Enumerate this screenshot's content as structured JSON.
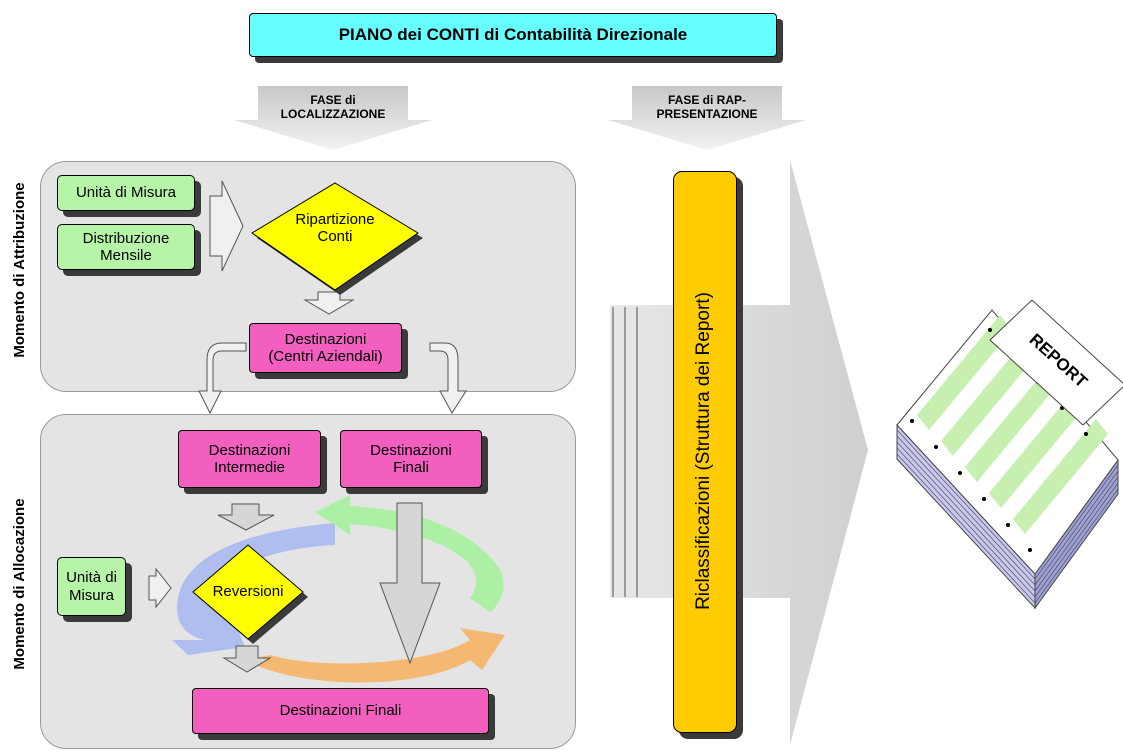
{
  "title": "PIANO dei CONTI di Contabilità Direzionale",
  "phases": {
    "localizzazione": "FASE di\nLOCALIZZAZIONE",
    "rappresentazione": "FASE di RAP-\nPRESENTAZIONE"
  },
  "sections": {
    "attribuzione": "Momento di Attribuzione",
    "allocazione": "Momento di Allocazione"
  },
  "attribuzione": {
    "unita_misura": "Unità di Misura",
    "distribuzione": "Distribuzione\nMensile",
    "ripartizione": "Ripartizione\nConti",
    "destinazioni": "Destinazioni\n(Centri Aziendali)"
  },
  "allocazione": {
    "intermedie": "Destinazioni\nIntermedie",
    "finali_top": "Destinazioni\nFinali",
    "unita_misura": "Unità di\nMisura",
    "reversioni": "Reversioni",
    "finali_bottom": "Destinazioni Finali"
  },
  "riclassificazioni": "Riclassificazioni (Struttura dei Report)",
  "report_label": "REPORT",
  "colors": {
    "title_fill": "#66ffff",
    "green_box": "#b6f5a8",
    "pink_box": "#f25fbe",
    "yellow": "#ffff00",
    "riclass_bar": "#ffcc00",
    "panel": "#e4e4e4"
  }
}
